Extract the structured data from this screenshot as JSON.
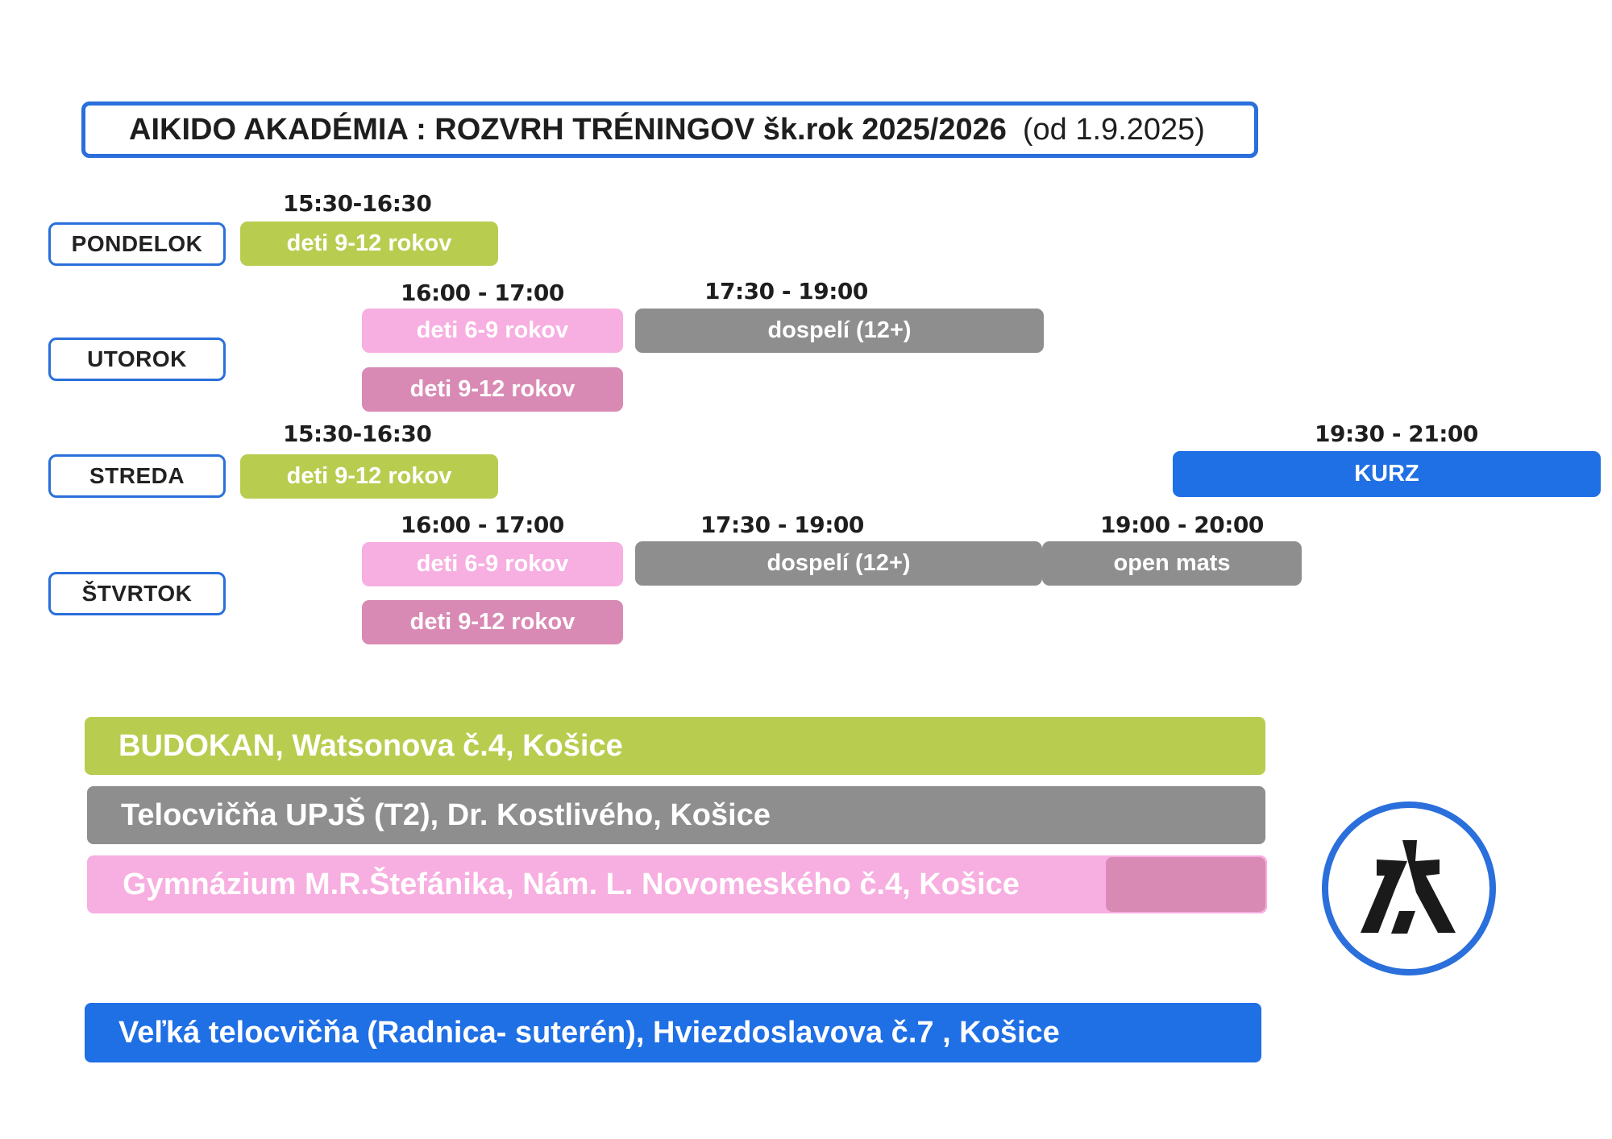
{
  "header": {
    "title": "AIKIDO AKADÉMIA :  ROZVRH TRÉNINGOV  šk.rok 2025/2026",
    "subtitle": "(od 1.9.2025)"
  },
  "colors": {
    "budokan": "#b8cd4f",
    "upjs": "#8e8e8e",
    "gym_light": "#f7aee0",
    "gym_dark": "#d98ab4",
    "radnica": "#1f6fe5",
    "border": "#2a6fdb"
  },
  "days": [
    {
      "label": "PONDELOK"
    },
    {
      "label": "UTOROK"
    },
    {
      "label": "STREDA"
    },
    {
      "label": "ŠTVRTOK"
    }
  ],
  "sessions": {
    "mon_1": {
      "time": "15:30-16:30",
      "label": "deti 9-12 rokov",
      "venue": "budokan"
    },
    "tue_1": {
      "time": "16:00 - 17:00",
      "label": "deti 6-9 rokov",
      "venue": "gym_light"
    },
    "tue_2": {
      "label": "deti 9-12 rokov",
      "venue": "gym_dark"
    },
    "tue_3": {
      "time": "17:30 - 19:00",
      "label": "dospelí (12+)",
      "venue": "upjs"
    },
    "wed_1": {
      "time": "15:30-16:30",
      "label": "deti 9-12 rokov",
      "venue": "budokan"
    },
    "wed_2": {
      "time": "19:30 - 21:00",
      "label": "KURZ",
      "venue": "radnica"
    },
    "thu_1": {
      "time": "16:00 - 17:00",
      "label": "deti 6-9 rokov",
      "venue": "gym_light"
    },
    "thu_2": {
      "label": "deti 9-12 rokov",
      "venue": "gym_dark"
    },
    "thu_3": {
      "time": "17:30 - 19:00",
      "label": "dospelí (12+)",
      "venue": "upjs"
    },
    "thu_4": {
      "time": "19:00 - 20:00",
      "label": "open mats",
      "venue": "upjs"
    }
  },
  "locations": {
    "budokan": "BUDOKAN, Watsonova č.4, Košice",
    "upjs": "Telocvičňa UPJŠ (T2), Dr. Kostlivého, Košice",
    "gymnazium": "Gymnázium M.R.Štefánika, Nám. L. Novomeského č.4, Košice",
    "radnica": "Veľká telocvičňa (Radnica- suterén), Hviezdoslavova č.7 , Košice"
  },
  "logo": {
    "icon": "aikido-logo-icon"
  }
}
